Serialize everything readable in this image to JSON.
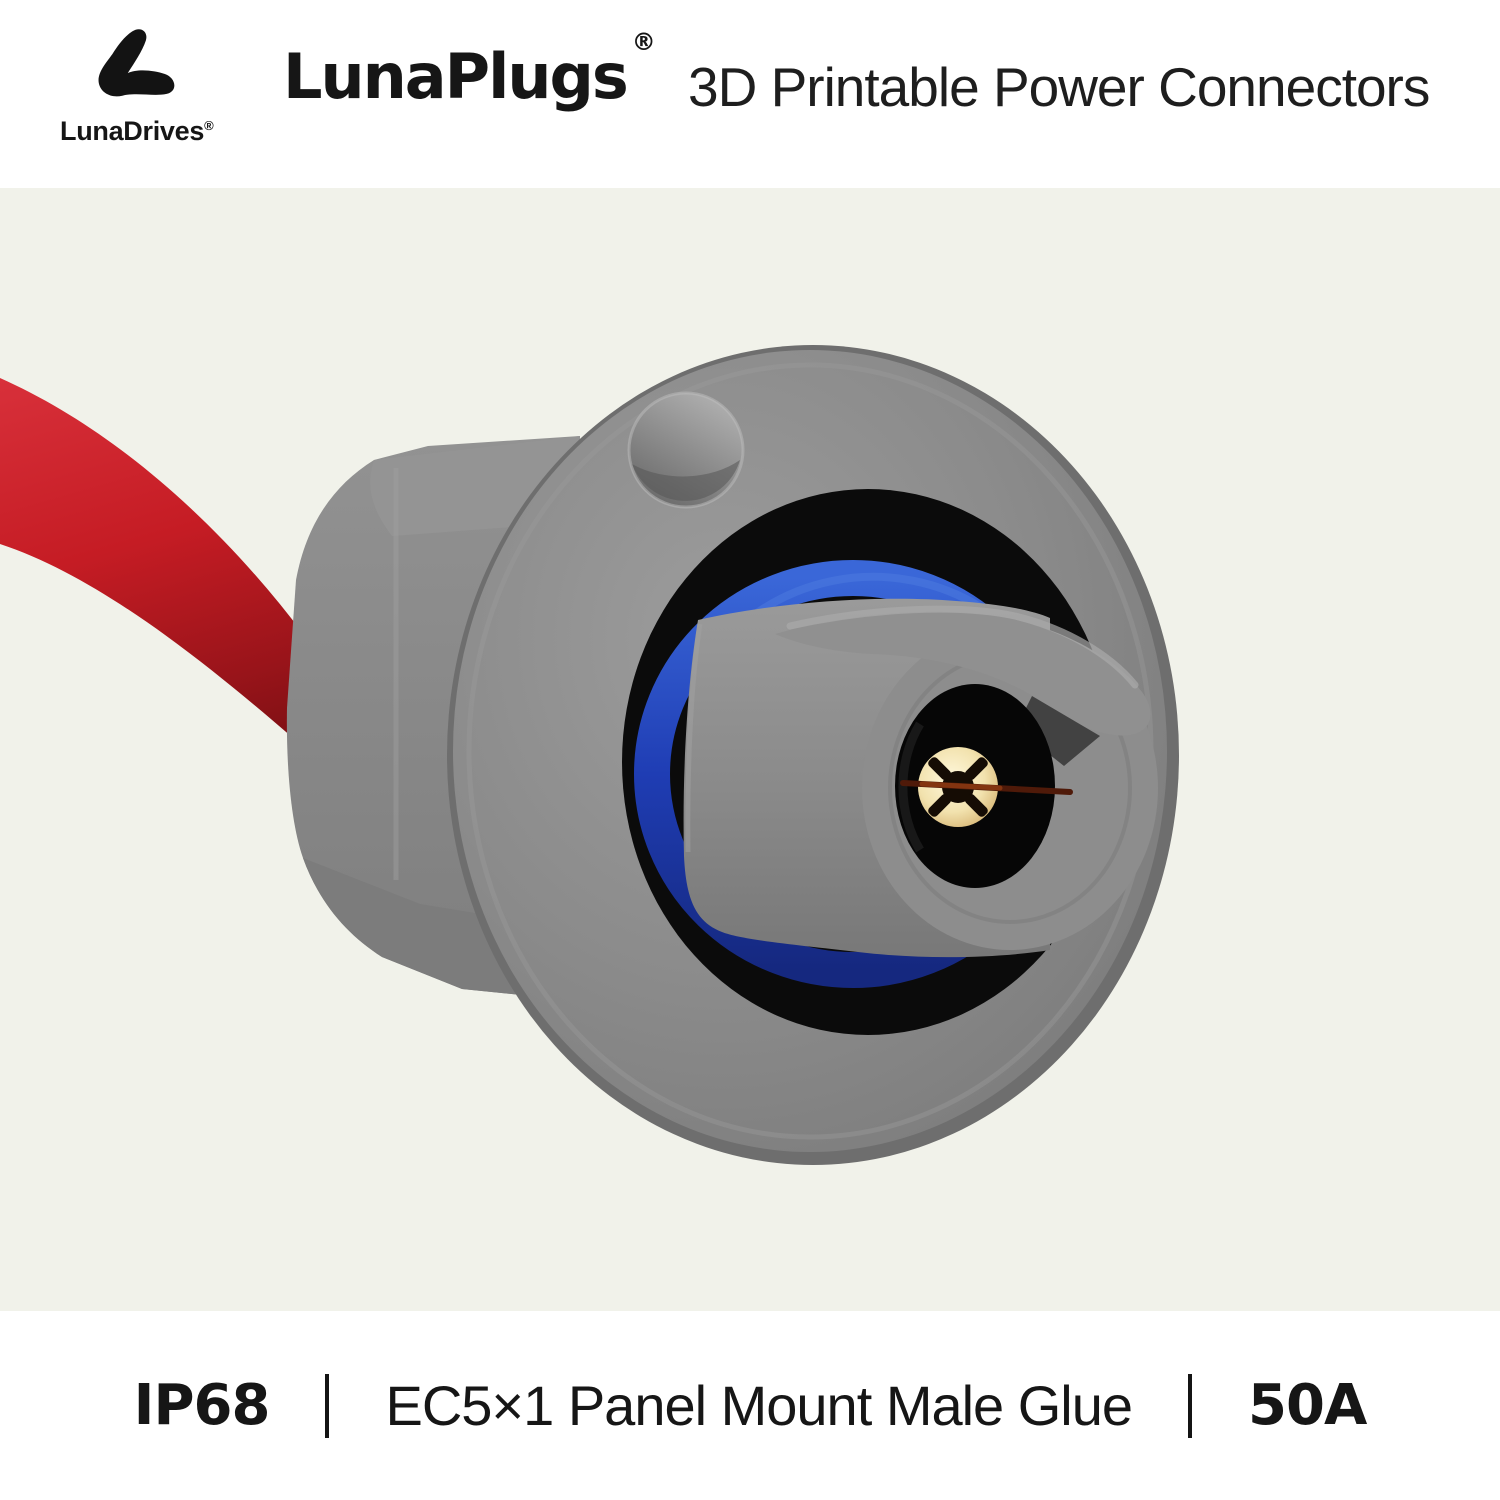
{
  "header": {
    "brand_name": "LunaDrives",
    "brand_reg": "®",
    "product_line": "LunaPlugs",
    "product_line_reg": "®",
    "tagline": "3D Printable Power Connectors"
  },
  "render": {
    "description": "3D render of a gray panel-mount EC5 male power connector with hex nut body, round flange with alignment notch, blue O-ring seal, keyed plug barrel, gold crown-spring contact and red wire entering from the left"
  },
  "footer": {
    "ip_rating": "IP68",
    "product_name": "EC5×1 Panel Mount Male Glue",
    "current_rating": "50A"
  },
  "colors": {
    "header_bg": "#ffffff",
    "stage_bg": "#f1f2ea",
    "footer_bg": "#ffffff",
    "text": "#161616",
    "connector_gray": "#8a8a8a",
    "connector_gray_dark": "#6e6e6e",
    "cable_red": "#c51c24",
    "oring_blue": "#1f3db4",
    "cavity_black": "#0b0b0b",
    "contact_gold": "#f2e2ae"
  }
}
